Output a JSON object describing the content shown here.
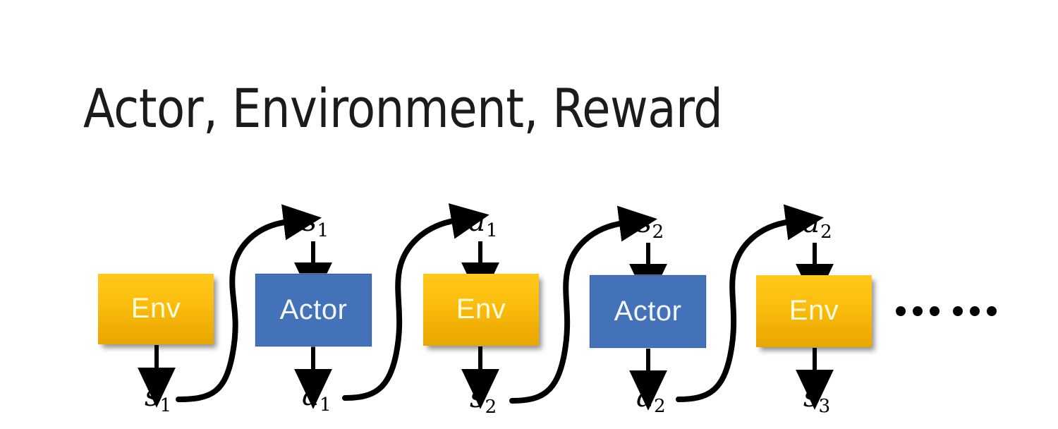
{
  "slide": {
    "title": "Actor, Environment, Reward",
    "background_color": "#ffffff"
  },
  "colors": {
    "env_fill_top": "#ffc81c",
    "env_fill_bottom": "#e8a604",
    "env_text": "#fdfbd9",
    "actor_fill": "#4472b9",
    "actor_border": "#345f9e",
    "actor_text": "#f2f7fd",
    "arrow": "#000000",
    "title_text": "#1b1b1b"
  },
  "diagram": {
    "nodes": [
      {
        "id": "env-1",
        "type": "env",
        "label": "Env"
      },
      {
        "id": "actor-1",
        "type": "actor",
        "label": "Actor"
      },
      {
        "id": "env-2",
        "type": "env",
        "label": "Env"
      },
      {
        "id": "actor-2",
        "type": "actor",
        "label": "Actor"
      },
      {
        "id": "env-3",
        "type": "env",
        "label": "Env"
      }
    ],
    "top_labels": [
      {
        "id": "top-s1",
        "symbol": "s",
        "subscript": "1"
      },
      {
        "id": "top-a1",
        "symbol": "a",
        "subscript": "1"
      },
      {
        "id": "top-s2",
        "symbol": "s",
        "subscript": "2"
      },
      {
        "id": "top-a2",
        "symbol": "a",
        "subscript": "2"
      }
    ],
    "bottom_labels": [
      {
        "id": "bot-s1",
        "symbol": "s",
        "subscript": "1"
      },
      {
        "id": "bot-a1",
        "symbol": "a",
        "subscript": "1"
      },
      {
        "id": "bot-s2",
        "symbol": "s",
        "subscript": "2"
      },
      {
        "id": "bot-a2",
        "symbol": "a",
        "subscript": "2"
      },
      {
        "id": "bot-s3",
        "symbol": "s",
        "subscript": "3"
      }
    ],
    "ellipsis": {
      "dot_count": 6,
      "glyph": "……"
    }
  }
}
